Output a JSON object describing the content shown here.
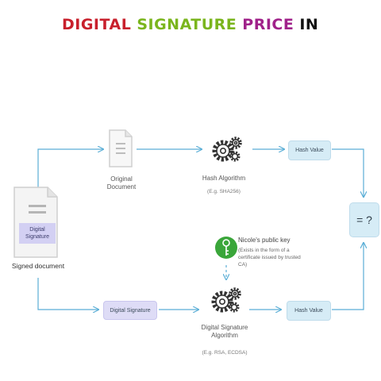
{
  "title": {
    "word1": "DIGITAL",
    "word2": "SIGNATURE",
    "word3": "PRICE",
    "word4": "IN",
    "colors": {
      "word1": "#c8202c",
      "word2": "#7ab51d",
      "word3": "#a0228a",
      "word4": "#111111"
    }
  },
  "signed_document": {
    "inner_label": "Digital Signature",
    "caption": "Signed document",
    "icon": "document-icon"
  },
  "top_row": {
    "original_doc_label": "Original Document",
    "original_doc_icon": "document-icon",
    "hash_algo_label": "Hash Algorithm",
    "hash_algo_example": "(E.g. SHA256)",
    "hash_algo_icon": "gears-icon",
    "hash_value": "Hash Value"
  },
  "bottom_row": {
    "digital_signature": "Digital Signature",
    "sig_algo_label": "Digital Signature Algorithm",
    "sig_algo_example": "(E.g. RSA, ECDSA)",
    "sig_algo_icon": "gears-icon",
    "hash_value": "Hash Value"
  },
  "public_key": {
    "title": "Nicole's public key",
    "note": "(Exists in the form of a certificate issued by trusted CA)",
    "icon": "key-icon",
    "icon_color": "#3aa63a"
  },
  "comparison": {
    "text": "= ?"
  },
  "line_color": "#5aaed6"
}
